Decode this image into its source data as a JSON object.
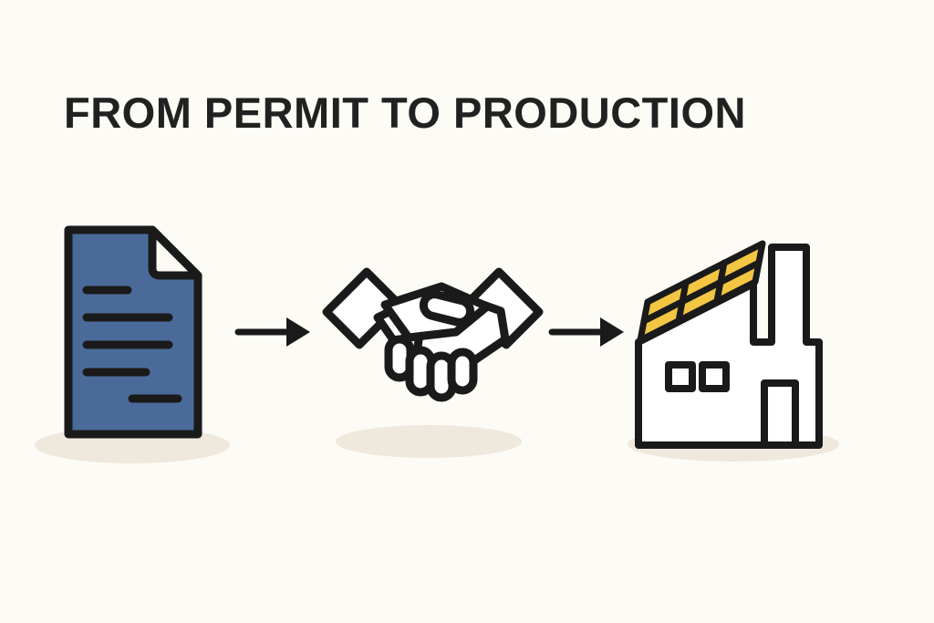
{
  "title": "FROM PERMIT TO PRODUCTION",
  "diagram": {
    "type": "process-flow",
    "colors": {
      "background": "#FDFBF5",
      "outline": "#1A1A1A",
      "document_blue": "#4A6B99",
      "solar_yellow": "#F2C643",
      "shadow": "#EFE8DC",
      "title_text": "#212121",
      "icon_fill": "#FFFFFF"
    },
    "steps": [
      {
        "name": "permit",
        "icon": "document-icon"
      },
      {
        "name": "agreement",
        "icon": "handshake-icon"
      },
      {
        "name": "production",
        "icon": "factory-icon"
      }
    ],
    "connectors": [
      {
        "from": "permit",
        "to": "agreement",
        "icon": "arrow-right-icon"
      },
      {
        "from": "agreement",
        "to": "production",
        "icon": "arrow-right-icon"
      }
    ]
  }
}
